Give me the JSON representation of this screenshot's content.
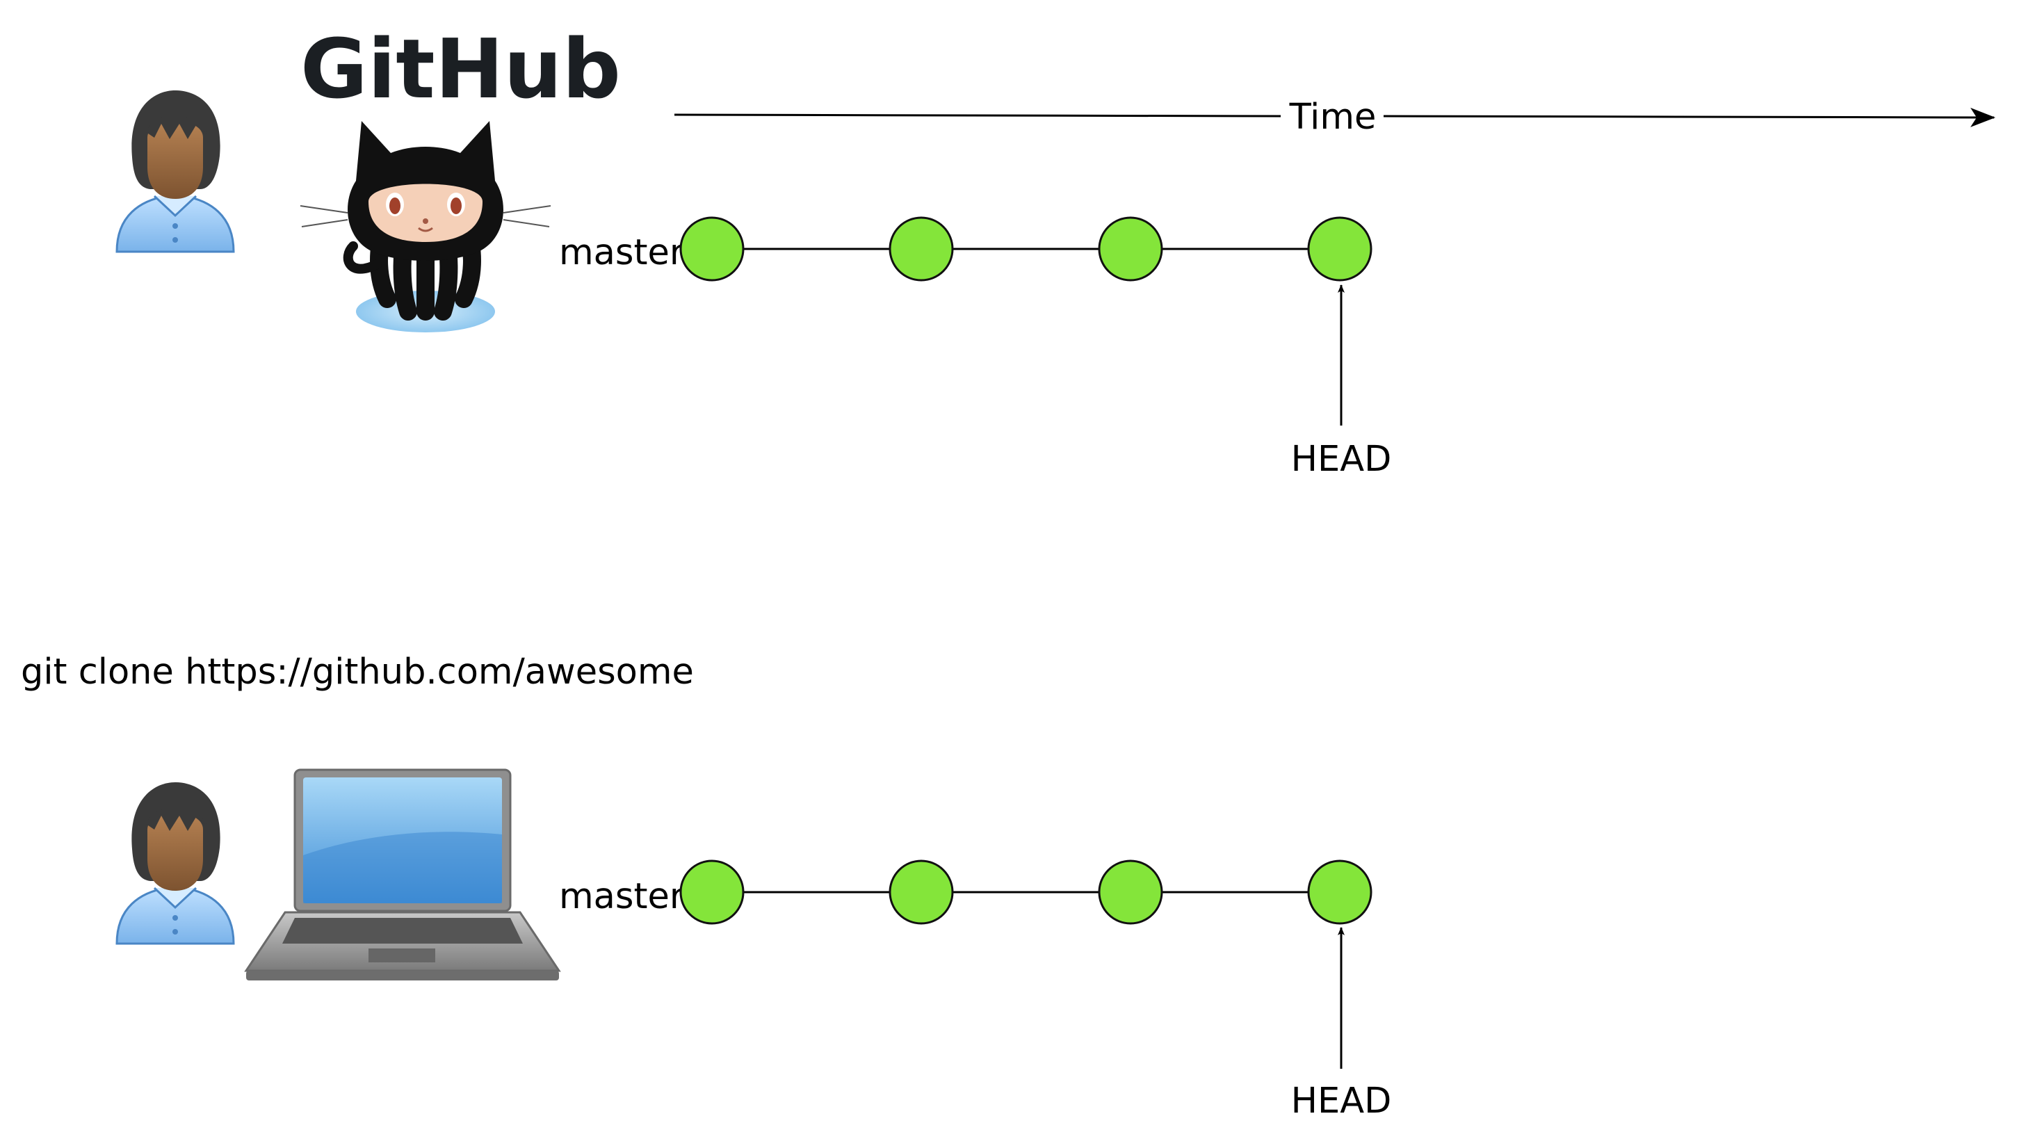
{
  "time_label": "Time",
  "remote": {
    "logo_text": "GitHub",
    "branch_label": "master",
    "head_label": "HEAD",
    "commit_count": 4,
    "icons": [
      "person-icon",
      "octocat-icon"
    ]
  },
  "command": "git clone https://github.com/awesome",
  "local": {
    "branch_label": "master",
    "head_label": "HEAD",
    "commit_count": 4,
    "icons": [
      "person-icon",
      "laptop-icon"
    ]
  },
  "colors": {
    "commit_fill": "#84e53a",
    "line": "#000000",
    "skin": "#9a6a3f",
    "hair": "#3a3a3a",
    "shirt": "#8fc3f2",
    "laptop_screen": "#4e9bde",
    "laptop_body": "#9e9e9e"
  }
}
